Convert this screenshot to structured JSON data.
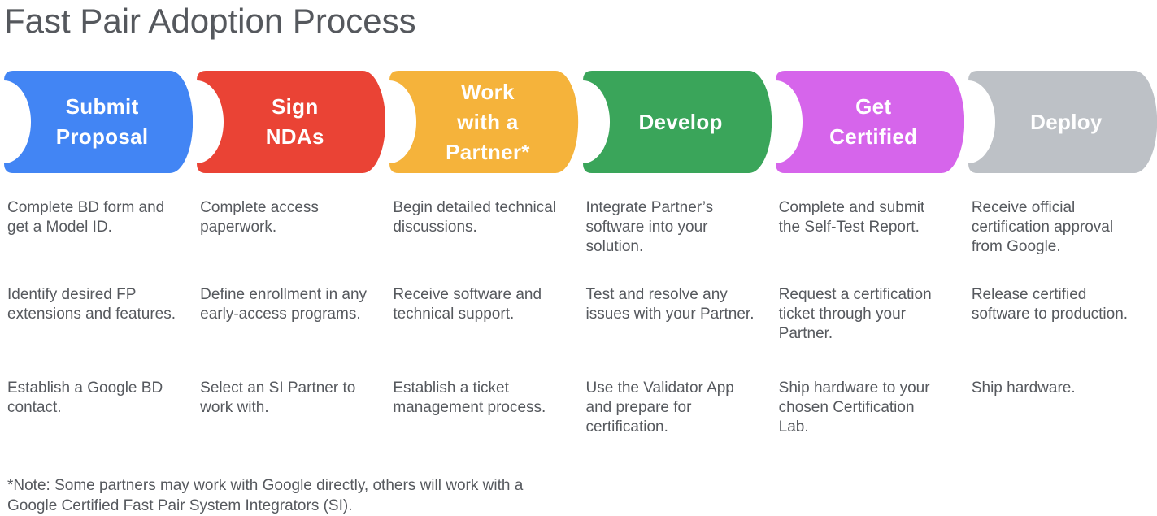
{
  "title": "Fast Pair Adoption Process",
  "colors": {
    "blue": "#4285F4",
    "red": "#EA4335",
    "yellow": "#F5B33B",
    "green": "#3AA55A",
    "magenta": "#D665EB",
    "gray": "#BDC1C6",
    "label_text": "#FFFFFF",
    "body_text": "#56595e",
    "background": "#FFFFFF"
  },
  "steps": [
    {
      "name": "submit-proposal",
      "label": "Submit\nProposal",
      "color": "#4285F4",
      "details": [
        "Complete BD form and get a Model ID.",
        "Identify desired FP extensions and features.",
        "Establish a Google BD contact."
      ]
    },
    {
      "name": "sign-ndas",
      "label": "Sign\nNDAs",
      "color": "#EA4335",
      "details": [
        "Complete access paperwork.",
        "Define enrollment in any early-access programs.",
        "Select an SI Partner to work with."
      ]
    },
    {
      "name": "work-with-a-partner",
      "label": "Work\nwith a\nPartner*",
      "color": "#F5B33B",
      "details": [
        "Begin detailed technical discussions.",
        "Receive software and technical support.",
        "Establish a ticket management process."
      ]
    },
    {
      "name": "develop",
      "label": "Develop",
      "color": "#3AA55A",
      "details": [
        "Integrate Partner’s software into your solution.",
        "Test and resolve any issues with your Partner.",
        "Use the Validator App and prepare for certification."
      ]
    },
    {
      "name": "get-certified",
      "label": "Get\nCertified",
      "color": "#D665EB",
      "details": [
        "Complete and submit the Self-Test Report.",
        "Request a certification ticket through your Partner.",
        "Ship hardware to your chosen Certification Lab."
      ]
    },
    {
      "name": "deploy",
      "label": "Deploy",
      "color": "#BDC1C6",
      "details": [
        "Receive official certification approval from Google.",
        "Release certified software to production.",
        "Ship hardware."
      ]
    }
  ],
  "footnote": "*Note: Some partners may work with Google directly, others will work with a Google Certified Fast Pair System Integrators (SI)."
}
